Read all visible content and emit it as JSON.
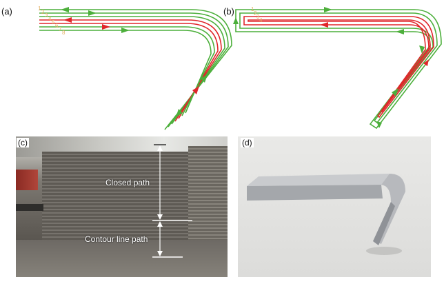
{
  "panels": {
    "a": {
      "label": "(a)",
      "numbers": [
        "1",
        "2",
        "3",
        "4",
        "5",
        "6",
        "7",
        "8"
      ]
    },
    "b": {
      "label": "(b)",
      "numbers": [
        "1",
        "2",
        "3",
        "4"
      ]
    },
    "c": {
      "label": "(c)",
      "annotations": {
        "closed": "Closed path",
        "contour": "Contour line path"
      }
    },
    "d": {
      "label": "(d)"
    }
  },
  "colors": {
    "outer_path": "#4caf3b",
    "inner_path": "#e0262a",
    "arrow_green": "#4caf3b",
    "arrow_red": "#e0262a",
    "number_text": "#e6b26a"
  }
}
